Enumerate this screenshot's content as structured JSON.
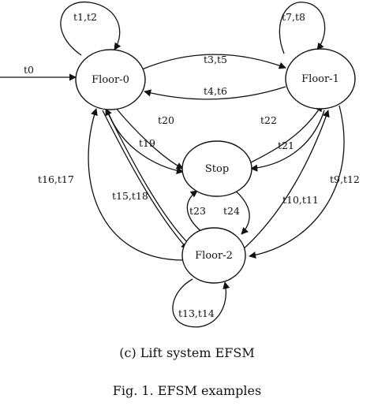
{
  "diagram": {
    "states": {
      "floor0": "Floor-0",
      "floor1": "Floor-1",
      "stop": "Stop",
      "floor2": "Floor-2"
    },
    "transitions": {
      "t0": "t0",
      "t1_t2": "t1,t2",
      "t7_t8": "t7,t8",
      "t3_t5": "t3,t5",
      "t4_t6": "t4,t6",
      "t20": "t20",
      "t19": "t19",
      "t22": "t22",
      "t21": "t21",
      "t16_t17": "t16,t17",
      "t15_t18": "t15,t18",
      "t23": "t23",
      "t24": "t24",
      "t10_t11": "t10,t11",
      "t9_t12": "t9,t12",
      "t13_t14": "t13,t14"
    }
  },
  "captions": {
    "subfigure": "(c) Lift system EFSM",
    "figure": "Fig. 1.   EFSM examples"
  }
}
